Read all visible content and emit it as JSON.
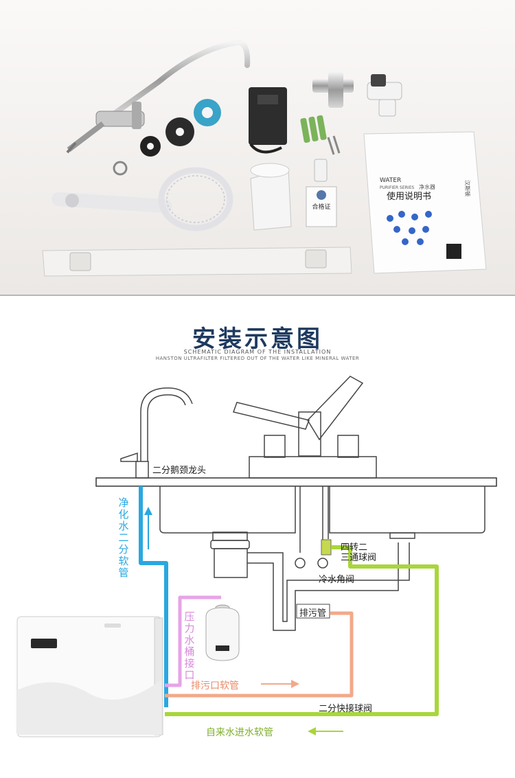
{
  "title": "安装示意图",
  "subtitle_line1": "SCHEMATIC DIAGRAM OF THE INSTALLATION",
  "subtitle_line2": "HANSTON ULTRAFILTER FILTERED OUT OF THE WATER LIKE MINERAL WATER",
  "manual": {
    "brand": "WATER",
    "series": "PURIFIER SERIES",
    "product": "净水器",
    "name": "使用说明书",
    "side": "汉斯顿"
  },
  "certificate": "合格证",
  "labels": {
    "faucet": "二分鹅颈龙头",
    "pure_pipe": "净化水二分软管",
    "pressure_tank": "压力水桶接口",
    "drain_hose": "排污口软管",
    "drain_pipe": "排污管",
    "angle_valve": "冷水角阀",
    "ball_valve_line1": "四转二",
    "ball_valve_line2": "三通球阀",
    "quick_valve": "二分快接球阀",
    "inlet_pipe": "自来水进水软管"
  },
  "colors": {
    "pure_water": "#29a8e0",
    "pressure": "#e7a3e8",
    "drain": "#f2a98a",
    "inlet": "#a8d63a",
    "title": "#1e3a5f"
  }
}
